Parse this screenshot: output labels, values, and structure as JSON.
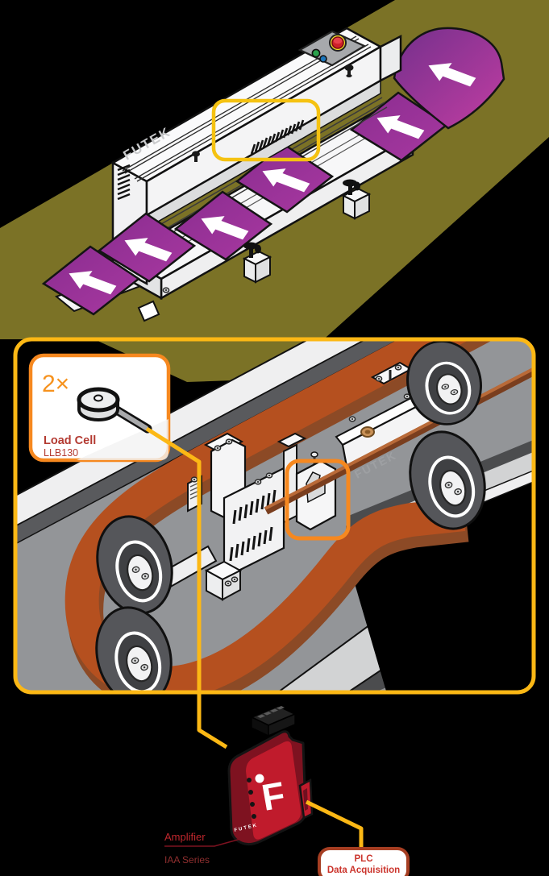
{
  "scene": {
    "description_colors": {
      "background": "#000000",
      "ground_olive": "#7B7226",
      "bag_purple": "#9C3198",
      "highlight_yellow": "#FCB815",
      "callout_orange": "#F6881F",
      "belt_orange": "#B5501F",
      "machine_white": "#F7F7F8",
      "detail_gray": "#939598",
      "amplifier_red": "#C01B2C",
      "label_red": "#C0272D",
      "plc_border_red": "#A63E22"
    }
  },
  "machine": {
    "brand": "FUTEK"
  },
  "detail_view": {
    "quantity_label": "2×",
    "load_cell": {
      "name": "Load Cell",
      "model": "LLB130"
    },
    "brand": "FUTEK"
  },
  "amplifier": {
    "label": "Amplifier",
    "series": "IAA Series",
    "brand": "FUTEK",
    "logo_letter": "F"
  },
  "plc": {
    "line1": "PLC",
    "line2": "Data Acquisition"
  }
}
